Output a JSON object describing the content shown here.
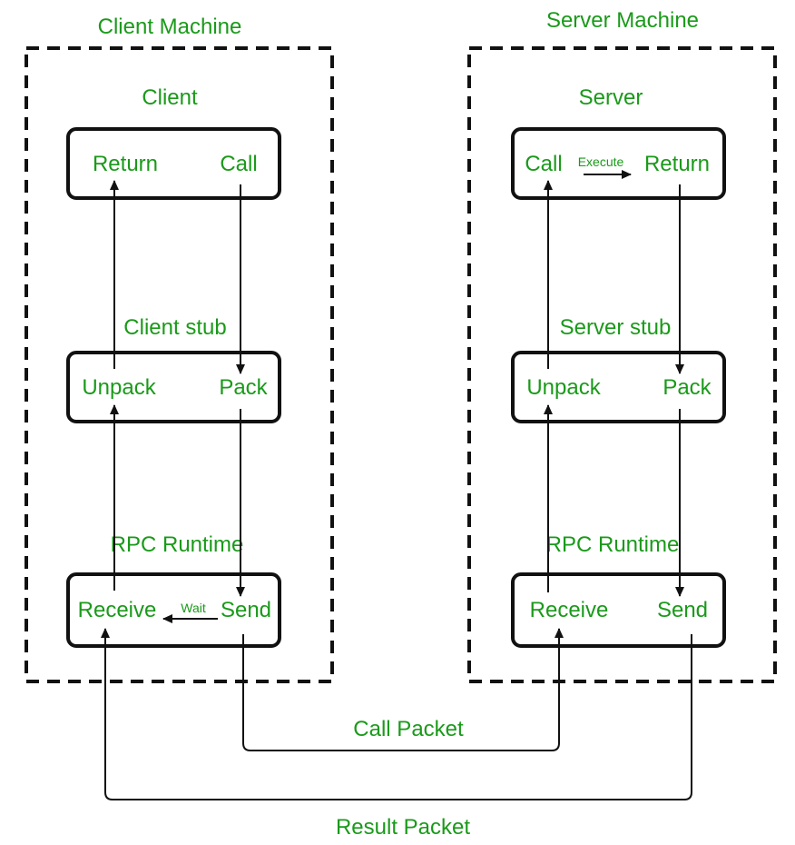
{
  "colors": {
    "label": "#1a9a1a",
    "line": "#111111",
    "background": "#ffffff"
  },
  "client_machine": {
    "title": "Client Machine",
    "client": {
      "title": "Client",
      "return_label": "Return",
      "call_label": "Call"
    },
    "stub": {
      "title": "Client stub",
      "unpack_label": "Unpack",
      "pack_label": "Pack"
    },
    "runtime": {
      "title": "RPC Runtime",
      "receive_label": "Receive",
      "send_label": "Send",
      "wait_label": "Wait"
    }
  },
  "server_machine": {
    "title": "Server Machine",
    "server": {
      "title": "Server",
      "call_label": "Call",
      "return_label": "Return",
      "execute_label": "Execute"
    },
    "stub": {
      "title": "Server stub",
      "unpack_label": "Unpack",
      "pack_label": "Pack"
    },
    "runtime": {
      "title": "RPC Runtime",
      "receive_label": "Receive",
      "send_label": "Send"
    }
  },
  "packets": {
    "call_packet": "Call Packet",
    "result_packet": "Result Packet"
  }
}
